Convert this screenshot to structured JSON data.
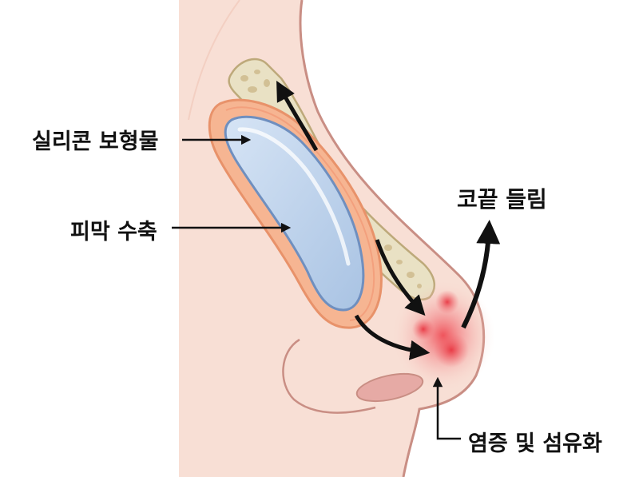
{
  "labels": {
    "implant": "실리콘 보형물",
    "capsular_contracture": "피막 수축",
    "tip_lift": "코끝 들림",
    "inflammation_fibrosis": "염증 및 섬유화"
  },
  "colors": {
    "skin": "#f8dfd5",
    "skin_outline": "#c98e84",
    "cartilage": "#e9e1c4",
    "capsule": "#f6b592",
    "implant": "#bed3ec",
    "inflammation": "#ee4c52",
    "arrow": "#111111"
  }
}
